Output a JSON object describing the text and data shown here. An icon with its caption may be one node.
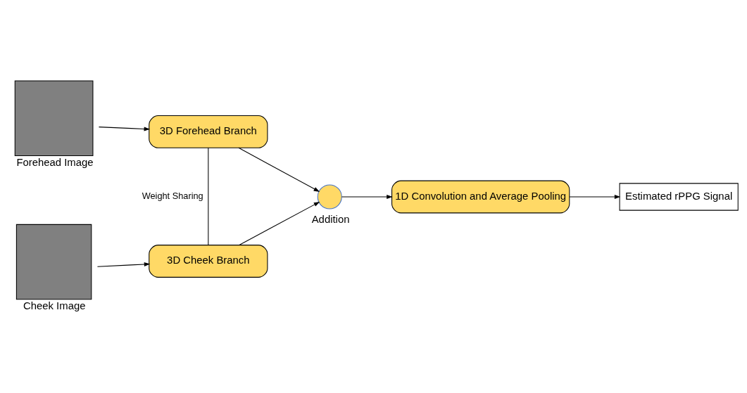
{
  "diagram": {
    "nodes": [
      {
        "text": [],
        "shape": "box",
        "beside": [
          "Forehead Image"
        ]
      },
      {
        "text": [
          "3D Forehead Branch"
        ]
      },
      {
        "text": [],
        "shape": "box",
        "beside": [
          "Cheek Image"
        ]
      },
      {
        "text": [
          "3D Cheek Branch"
        ]
      },
      {
        "text": [],
        "shape": "circle",
        "beside": [
          "Addition"
        ]
      },
      {
        "text": [
          "1D Convolution and Average Pooling"
        ]
      },
      {
        "text": [
          "Estimated rPPG Signal"
        ]
      }
    ],
    "edges": [
      {
        "from": 0,
        "to": 1,
        "arrow": "to"
      },
      {
        "from": 2,
        "to": 3,
        "arrow": "to"
      },
      {
        "from": 1,
        "to": 3,
        "arrow": "none",
        "label": "Weight Sharing"
      },
      {
        "from": 1,
        "to": 4,
        "arrow": "to"
      },
      {
        "from": 3,
        "to": 4,
        "arrow": "to"
      },
      {
        "from": 4,
        "to": 5,
        "arrow": "to"
      },
      {
        "from": 5,
        "to": 6,
        "arrow": "to"
      }
    ]
  }
}
